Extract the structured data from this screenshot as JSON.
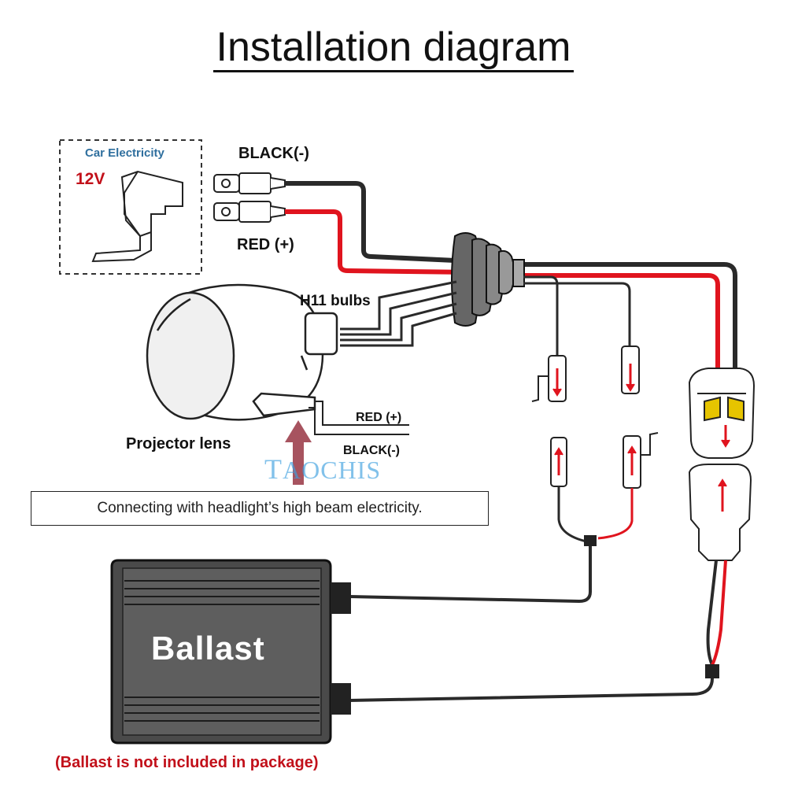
{
  "title": "Installation diagram",
  "car_electricity": {
    "label": "Car Electricity",
    "voltage": "12V"
  },
  "wires": {
    "black_label": "BLACK(-)",
    "red_label": "RED (+)"
  },
  "bulbs_label": "H11 bulbs",
  "projector": {
    "label": "Projector lens",
    "red_label": "RED (+)",
    "black_label": "BLACK(-)"
  },
  "watermark": {
    "first": "T",
    "rest": "AOCHIS"
  },
  "note": "Connecting with headlight’s high beam electricity.",
  "ballast": {
    "label": "Ballast"
  },
  "footnote": "(Ballast is not included in package)",
  "colors": {
    "red_wire": "#e0141e",
    "black_wire": "#2a2a2a",
    "accent_red": "#c2101a",
    "label_blue": "#2f6f9e",
    "watermark_blue": "#3fa0e0",
    "ballast_body": "#4a4a4a"
  }
}
